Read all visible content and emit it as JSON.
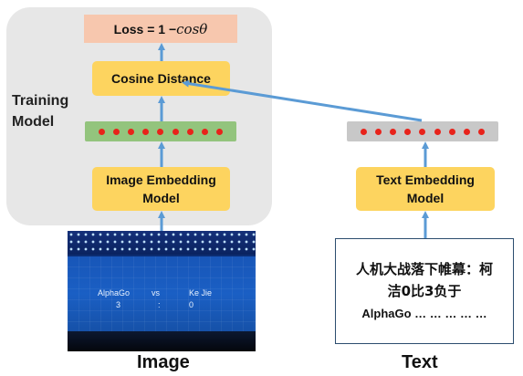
{
  "diagram": {
    "side_label_line1": "Training",
    "side_label_line2": "Model",
    "loss_prefix": "Loss = 1 − ",
    "loss_math": "cosθ",
    "cosine_label": "Cosine Distance",
    "image_embedding_line1": "Image Embedding",
    "image_embedding_line2": "Model",
    "text_embedding_line1": "Text Embedding",
    "text_embedding_line2": "Model",
    "image_vector_dots": 9,
    "text_vector_dots": 9,
    "photo": {
      "player1": "AlphaGo",
      "vs": "vs",
      "player2": "Ke  Jie",
      "score1": "3",
      "colon": ":",
      "score2": "0"
    },
    "text_line1": "人机大战落下帷幕：柯",
    "text_line2": "洁0比3负于",
    "text_line3": "AlphaGo … … … … …",
    "caption_image": "Image",
    "caption_text": "Text"
  },
  "colors": {
    "panel": "#e7e7e7",
    "loss_box": "#f7c7ae",
    "model_box": "#fdd45f",
    "image_vector": "#93c47d",
    "text_vector": "#c8c8c8",
    "dot": "#e8231b",
    "arrow": "#5b9bd5"
  }
}
